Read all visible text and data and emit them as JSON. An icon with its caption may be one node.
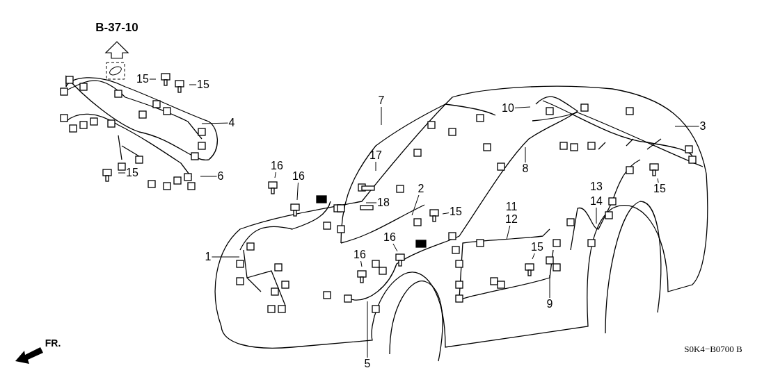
{
  "diagram": {
    "nodes": [
      {
        "text": [
          "15"
        ]
      },
      {
        "text": [
          "15"
        ]
      },
      {
        "text": [
          "7"
        ]
      },
      {
        "text": [
          "10"
        ]
      },
      {
        "text": [
          "4"
        ]
      },
      {
        "text": [
          "3"
        ]
      },
      {
        "text": [
          "17"
        ]
      },
      {
        "text": [
          "16"
        ]
      },
      {
        "text": [
          "8"
        ]
      },
      {
        "text": [
          "15"
        ]
      },
      {
        "text": [
          "6"
        ]
      },
      {
        "text": [
          "16"
        ]
      },
      {
        "text": [
          "15"
        ]
      },
      {
        "text": [
          "2"
        ]
      },
      {
        "text": [
          "14"
        ]
      },
      {
        "text": [
          "18"
        ]
      },
      {
        "text": [
          "15"
        ]
      },
      {
        "text": [
          "12"
        ]
      },
      {
        "text": [
          "16"
        ]
      },
      {
        "text": [
          "15"
        ]
      },
      {
        "text": [
          "16"
        ]
      },
      {
        "text": [
          "1"
        ]
      },
      {
        "text": [
          "9"
        ]
      },
      {
        "text": [
          "5"
        ]
      }
    ],
    "edges": [
      {
        "from": 0,
        "to": null,
        "arrow": "none"
      },
      {
        "from": 1,
        "to": null,
        "arrow": "none"
      },
      {
        "from": 2,
        "to": null,
        "arrow": "none"
      },
      {
        "from": 3,
        "to": null,
        "arrow": "none"
      },
      {
        "from": 4,
        "to": null,
        "arrow": "none"
      },
      {
        "from": 5,
        "to": null,
        "arrow": "none"
      },
      {
        "from": 6,
        "to": null,
        "arrow": "none"
      },
      {
        "from": 7,
        "to": null,
        "arrow": "none"
      },
      {
        "from": 8,
        "to": null,
        "arrow": "none"
      },
      {
        "from": 9,
        "to": null,
        "arrow": "none"
      },
      {
        "from": 10,
        "to": null,
        "arrow": "none"
      },
      {
        "from": 11,
        "to": null,
        "arrow": "none"
      },
      {
        "from": 12,
        "to": null,
        "arrow": "none"
      },
      {
        "from": 13,
        "to": null,
        "arrow": "none"
      },
      {
        "from": 14,
        "to": null,
        "arrow": "none"
      },
      {
        "from": 15,
        "to": null,
        "arrow": "none"
      },
      {
        "from": 16,
        "to": null,
        "arrow": "none"
      },
      {
        "from": 17,
        "to": null,
        "arrow": "none"
      },
      {
        "from": 18,
        "to": null,
        "arrow": "none"
      },
      {
        "from": 19,
        "to": null,
        "arrow": "none"
      },
      {
        "from": 20,
        "to": null,
        "arrow": "none"
      },
      {
        "from": 21,
        "to": null,
        "arrow": "none"
      },
      {
        "from": 22,
        "to": null,
        "arrow": "none"
      },
      {
        "from": 23,
        "to": null,
        "arrow": "none"
      }
    ],
    "labels": [
      "B-37-10",
      "13",
      "11",
      "FR.",
      "S0K4−B0700 B"
    ]
  }
}
